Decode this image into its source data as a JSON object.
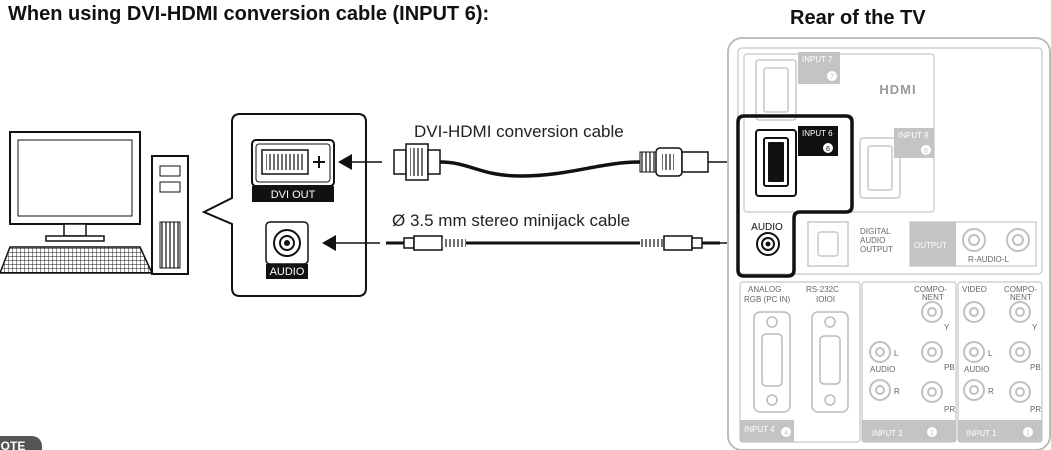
{
  "heading": "When using DVI-HDMI conversion cable (INPUT 6):",
  "rear_title": "Rear of the TV",
  "pc_ports": {
    "dvi_out": "DVI OUT",
    "audio": "AUDIO"
  },
  "cables": {
    "dvi_hdmi": "DVI-HDMI conversion cable",
    "minijack": "Ø 3.5 mm stereo minijack cable"
  },
  "tv_panel": {
    "input7": "INPUT 7",
    "input6": "INPUT 6",
    "input8": "INPUT 8",
    "hdmi_logo": "HDMI",
    "audio": "AUDIO",
    "digital_audio_output": [
      "DIGITAL",
      "AUDIO",
      "OUTPUT"
    ],
    "output": "OUTPUT",
    "r_audio_l": "R-AUDIO-L",
    "analog_rgb": [
      "ANALOG",
      "RGB (PC IN)"
    ],
    "rs232c": "RS-232C",
    "rs232c_sub": "IOIOI",
    "component": [
      "COMPO-",
      "NENT"
    ],
    "video": "VIDEO",
    "y": "Y",
    "pb": "PB",
    "pr": "PR",
    "l": "L",
    "r": "R",
    "audio_lower": "AUDIO",
    "input4": "INPUT 4",
    "input2": "INPUT 2",
    "input1": "INPUT 1",
    "badge7": "7",
    "badge6": "6",
    "badge8": "8",
    "badge4": "4",
    "badge2": "2",
    "badge1": "1"
  },
  "note_badge": "NOTE"
}
